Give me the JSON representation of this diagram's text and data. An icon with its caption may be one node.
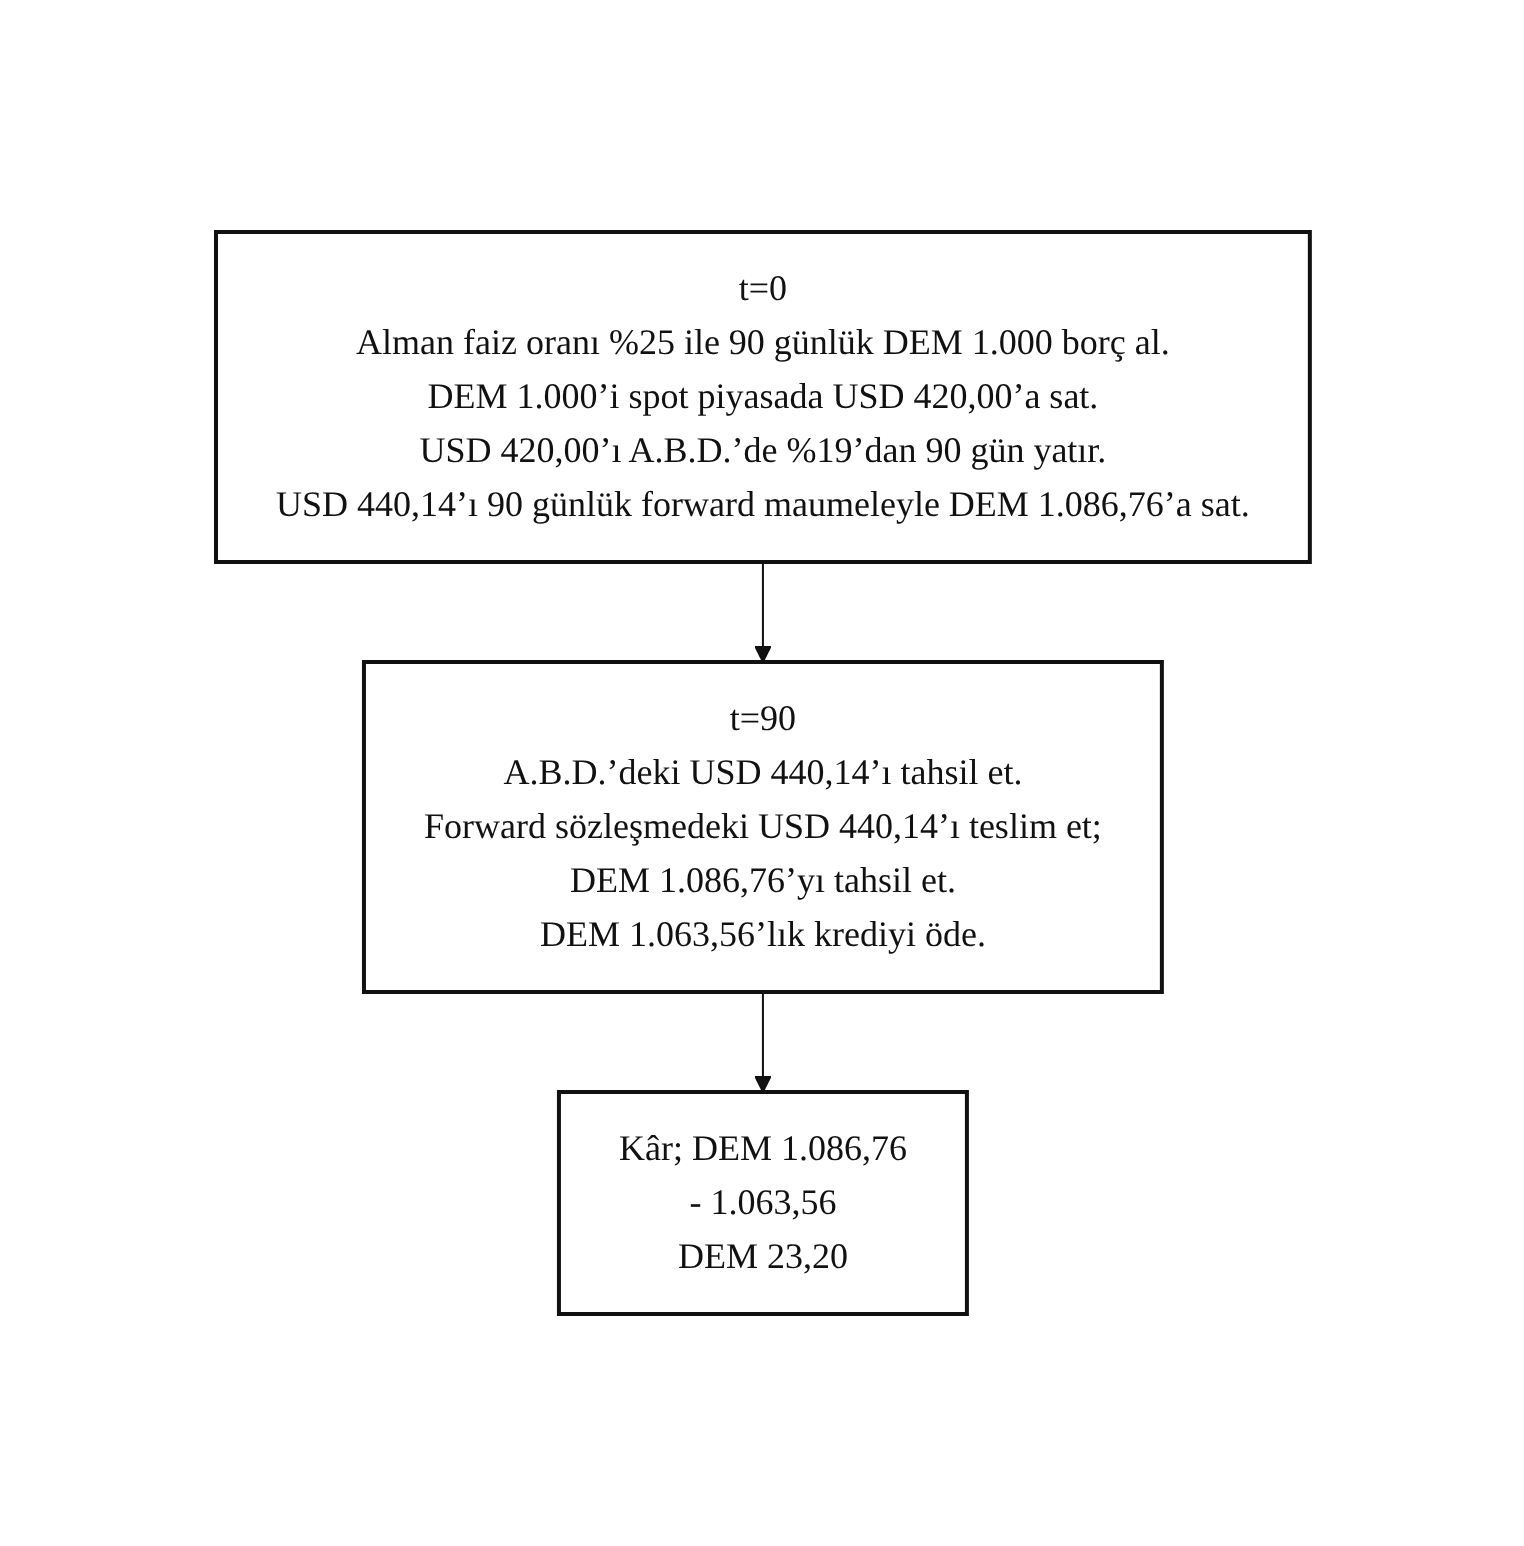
{
  "diagram": {
    "nodes": [
      {
        "text": [
          "t=0",
          "Alman faiz oranı %25 ile 90 günlük DEM 1.000 borç al.",
          "DEM 1.000’i spot piyasada USD 420,00’a sat.",
          "USD 420,00’ı A.B.D.’de %19’dan 90 gün yatır.",
          "USD 440,14’ı 90 günlük forward maumeleyle DEM 1.086,76’a sat."
        ]
      },
      {
        "text": [
          "t=90",
          "A.B.D.’deki USD 440,14’ı tahsil et.",
          "Forward sözleşmedeki USD 440,14’ı teslim et;",
          "DEM 1.086,76’yı tahsil et.",
          "DEM 1.063,56’lık krediyi öde."
        ]
      },
      {
        "text": [
          "Kâr; DEM 1.086,76",
          "- 1.063,56",
          "DEM 23,20"
        ]
      }
    ],
    "edges": [
      {
        "from": 0,
        "to": 1,
        "arrow": "to"
      },
      {
        "from": 1,
        "to": 2,
        "arrow": "to"
      }
    ]
  }
}
